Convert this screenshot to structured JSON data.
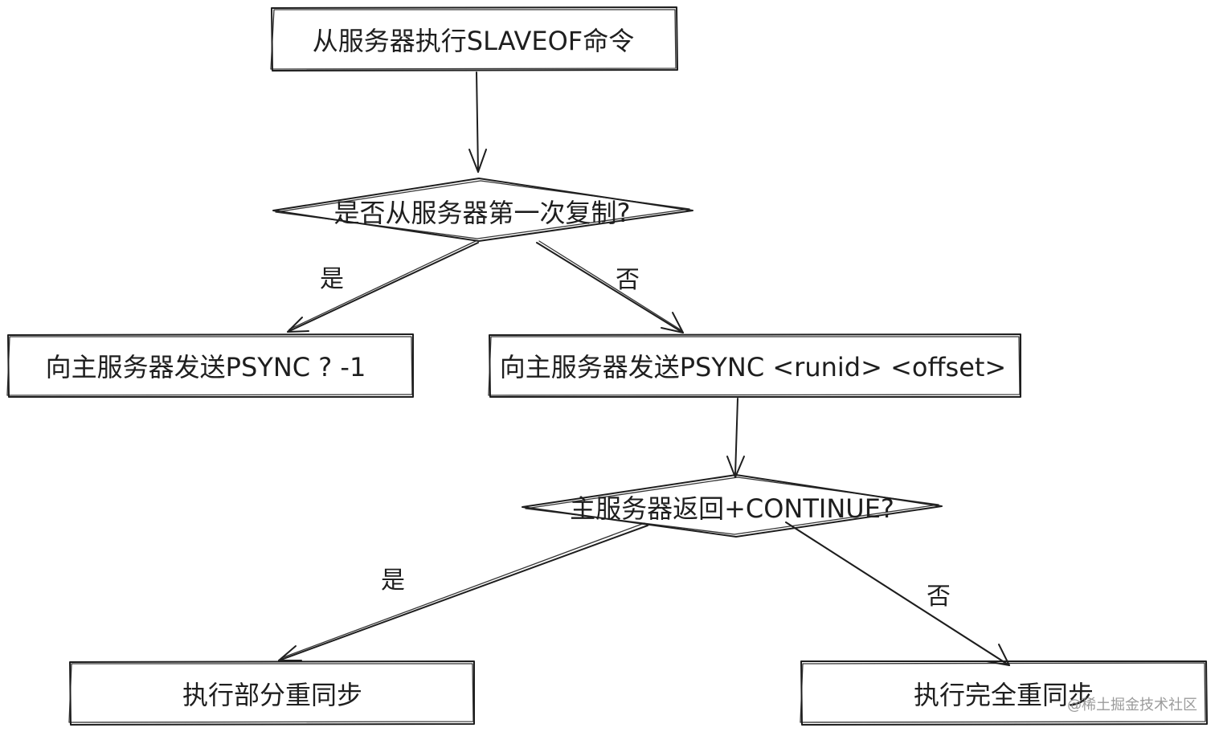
{
  "nodes": {
    "start": {
      "label": "从服务器执行SLAVEOF命令"
    },
    "first_copy_decision": {
      "label": "是否从服务器第一次复制?"
    },
    "send_psync_full": {
      "label": "向主服务器发送PSYNC ? -1"
    },
    "send_psync_partial": {
      "label": "向主服务器发送PSYNC <runid> <offset>"
    },
    "continue_decision": {
      "label": "主服务器返回+CONTINUE?"
    },
    "partial_resync": {
      "label": "执行部分重同步"
    },
    "full_resync": {
      "label": "执行完全重同步"
    }
  },
  "edges": {
    "first_yes": {
      "label": "是"
    },
    "first_no": {
      "label": "否"
    },
    "continue_yes": {
      "label": "是"
    },
    "continue_no": {
      "label": "否"
    }
  },
  "watermark": {
    "text": "@稀土掘金技术社区"
  }
}
